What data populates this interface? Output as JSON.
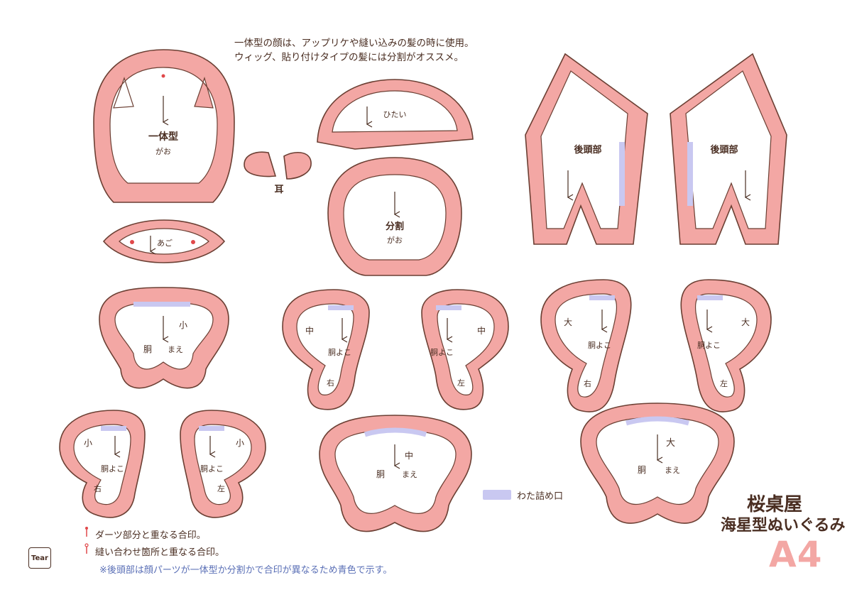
{
  "header_note": {
    "line1": "一体型の顔は、アップリケや縫い込みの髪の時に使用。",
    "line2": "ウィッグ、貼り付けタイプの髪には分割がオススメ。"
  },
  "parts": {
    "face_onepiece": "一体型",
    "face_onepiece_sub": "がお",
    "ear": "耳",
    "forehead": "ひたい",
    "face_split": "分割",
    "face_split_sub": "がお",
    "chin": "あご",
    "back_head_left": "後頭部",
    "back_head_right": "後頭部",
    "size_small": "小",
    "size_medium": "中",
    "size_large": "大",
    "right": "右",
    "left": "左",
    "torso": "胴",
    "torso_side": "胴よこ",
    "front": "まえ"
  },
  "legend": {
    "dart_mark": "ダーツ部分と重なる合印。",
    "seam_mark": "縫い合わせ箇所と重なる合印。",
    "blue_note": "※後頭部は顔パーツが一体型か分割かで合印が異なるため青色で示す。",
    "stuffing_opening": "わた詰め口"
  },
  "brand": {
    "logo": "Tear",
    "name_line1": "桜桌屋",
    "name_line2": "海星型ぬいぐるみ",
    "paper_size": "A4"
  },
  "colors": {
    "seam_allowance": "#f3a7a4",
    "outline": "#6b3f33",
    "dart_mark": "#e0484a",
    "blue_mark": "#6f8cc4",
    "stuffing": "#c9c8f1"
  }
}
